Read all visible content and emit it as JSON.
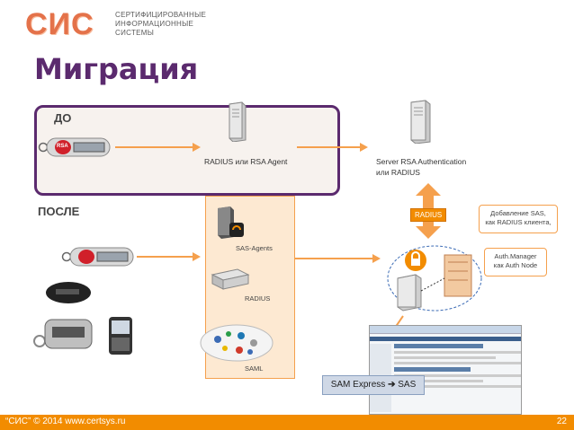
{
  "logo": {
    "mark": "СИС",
    "line1": "СЕРТИФИЦИРОВАННЫЕ",
    "line2": "ИНФОРМАЦИОННЫЕ",
    "line3": "СИСТЕМЫ",
    "brand_color": "#e05a2b"
  },
  "title": "Миграция",
  "before": {
    "label": "ДО",
    "agent_label": "RADIUS или RSA Agent",
    "server_label_line1": "Server RSA Authentication",
    "server_label_line2": "или RADIUS"
  },
  "after": {
    "label": "ПОСЛЕ",
    "panel_items": [
      "SAS-Agents",
      "RADIUS",
      "SAML"
    ],
    "radius_tag": "RADIUS",
    "note1_line1": "Добавление SAS,",
    "note1_line2": "как RADIUS клиента,",
    "note2_line1": "Auth.Manager",
    "note2_line2": "как Auth Node",
    "sas_express": "SAM Express",
    "sas_express_to": "SAS"
  },
  "token_brand": "RSA",
  "footer": {
    "left": "“СИС” © 2014 www.certsys.ru",
    "page": "22"
  },
  "colors": {
    "purple": "#5b2a6e",
    "orange": "#f28c00",
    "panel_fill": "#fde9d2",
    "outline_orange": "#f5a04d"
  }
}
